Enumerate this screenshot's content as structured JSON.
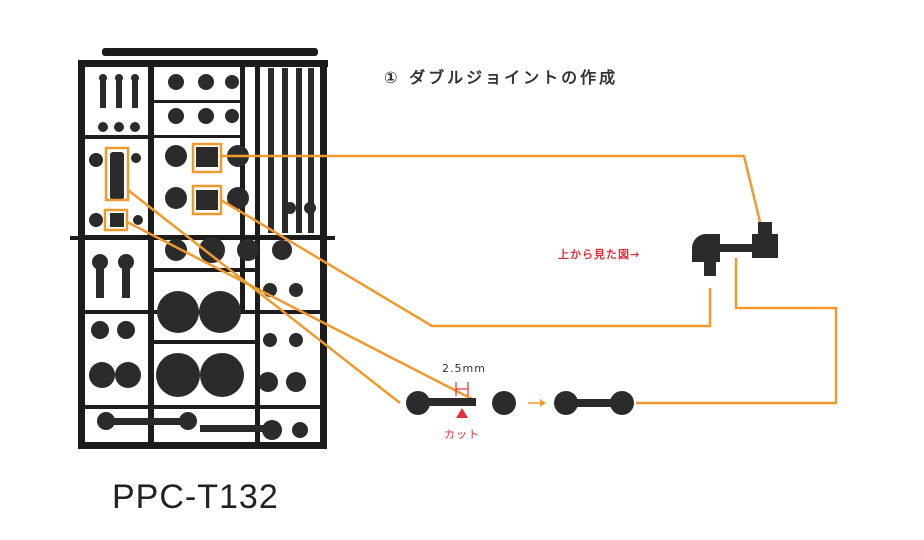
{
  "title": "① ダブルジョイントの作成",
  "model_label": "PPC-T132",
  "top_view_label": "上から見た図→",
  "dimension_label": "2.5mm",
  "cut_label": "カット",
  "colors": {
    "leader_line": "#f09a2e",
    "part": "#2b2b2b",
    "runner": "#1c1c1c",
    "accent_red": "#e0303a"
  }
}
